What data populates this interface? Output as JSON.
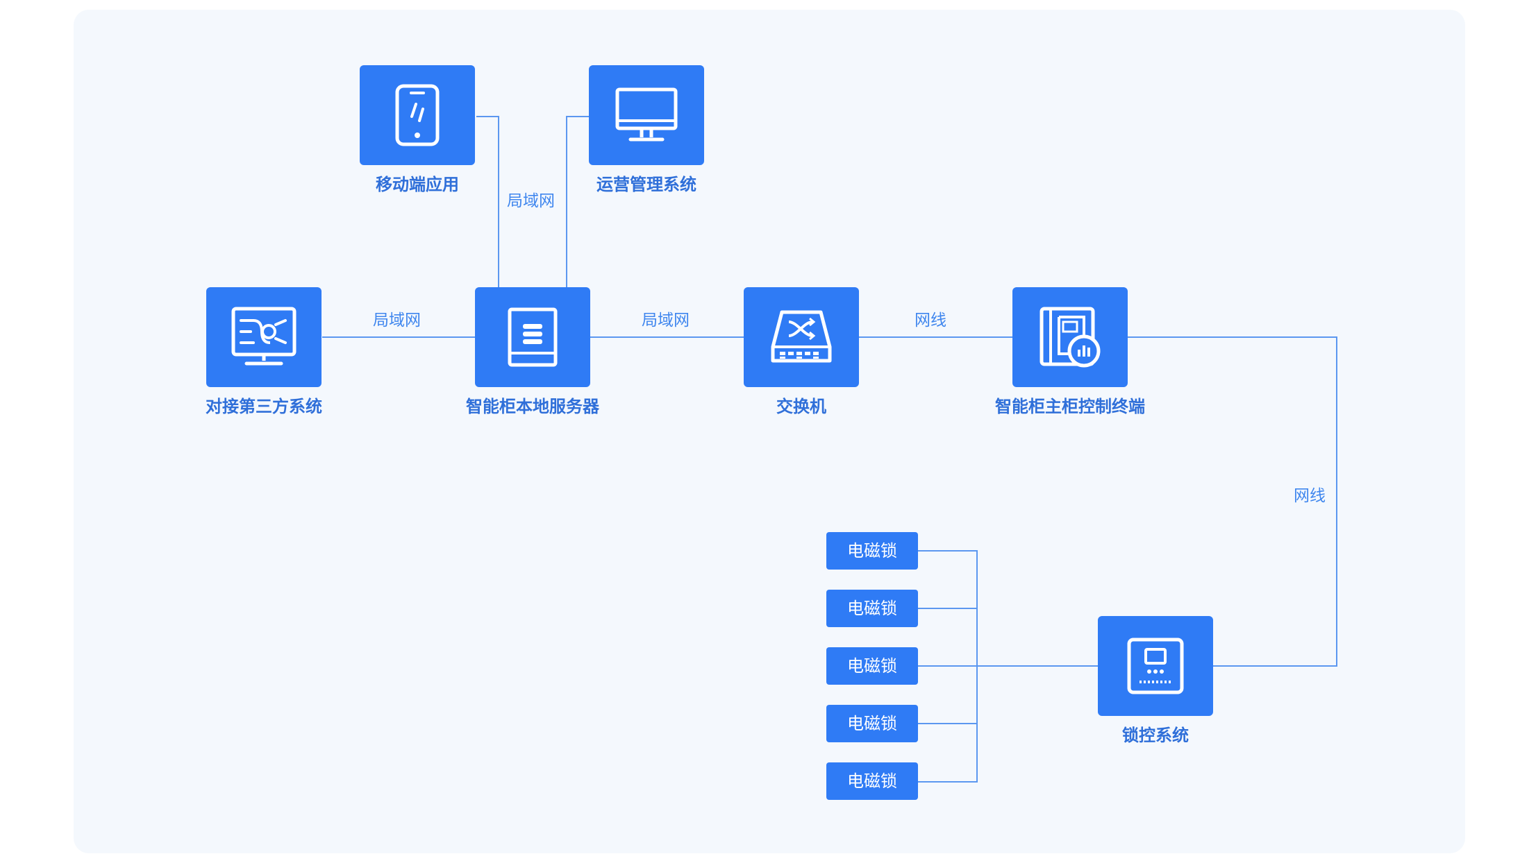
{
  "colors": {
    "node_fill": "#2f7bf5",
    "line": "#5b97f0",
    "label_text": "#2f6fd9",
    "edge_label_text": "#3f86ee",
    "background": "#f4f8fd"
  },
  "nodes": {
    "mobile_app": {
      "label": "移动端应用",
      "icon": "tablet-icon"
    },
    "ops_system": {
      "label": "运营管理系统",
      "icon": "monitor-icon"
    },
    "third_party": {
      "label": "对接第三方系统",
      "icon": "integration-monitor-icon"
    },
    "local_server": {
      "label": "智能柜本地服务器",
      "icon": "server-icon"
    },
    "switch": {
      "label": "交换机",
      "icon": "network-switch-icon"
    },
    "control_terminal": {
      "label": "智能柜主柜控制终端",
      "icon": "control-terminal-icon"
    },
    "lock_system": {
      "label": "锁控系统",
      "icon": "lock-controller-icon"
    }
  },
  "edge_labels": {
    "upper_lan": "局域网",
    "third_party_lan": "局域网",
    "switch_lan": "局域网",
    "terminal_cable": "网线",
    "lock_cable": "网线"
  },
  "locks": [
    "电磁锁",
    "电磁锁",
    "电磁锁",
    "电磁锁",
    "电磁锁"
  ]
}
